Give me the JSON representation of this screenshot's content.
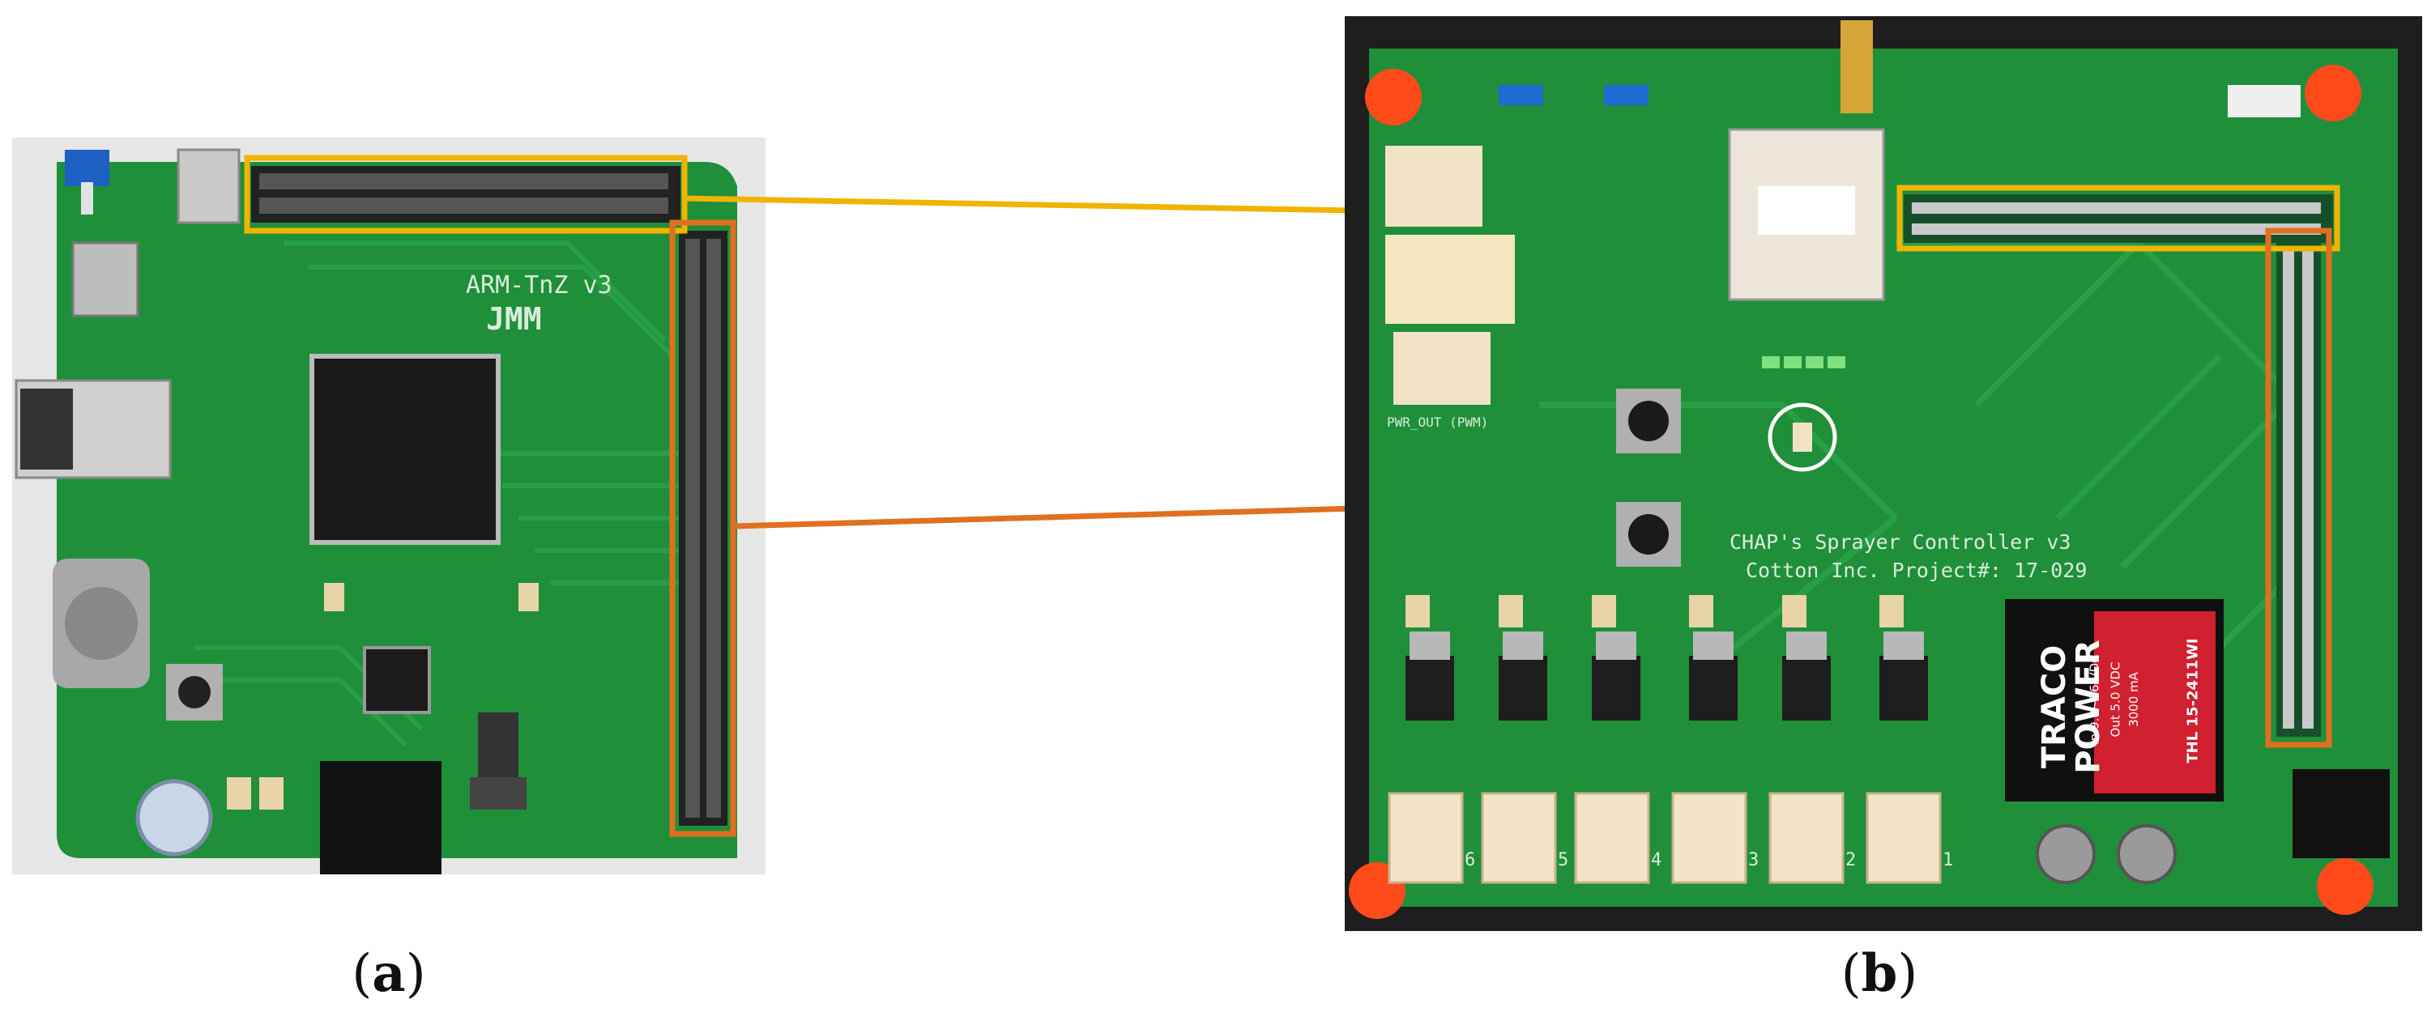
{
  "panels": [
    {
      "caption": "a",
      "board_silkscreen": [
        "ARM-TnZ v3",
        "JMM"
      ]
    },
    {
      "caption": "b",
      "board_silkscreen": [
        "CHAP's Sprayer Controller v3",
        "Cotton Inc. Project#: 17-029",
        "PWR_OUT (PWM)"
      ],
      "power_module": {
        "brand_line1": "TRACO",
        "brand_line2": "POWER",
        "spec_in": "In 9.0~36 VDC",
        "spec_out": "Out 5.0 VDC",
        "spec_current": "3000 mA",
        "model": "THL 15-2411WI"
      },
      "connector_labels": [
        "6",
        "5",
        "4",
        "3",
        "2",
        "1"
      ]
    }
  ],
  "colors": {
    "pcb_green": "#1f8f3a",
    "highlight_yellow": "#f0b400",
    "highlight_orange": "#e07020",
    "traco_red": "#d1202f"
  }
}
